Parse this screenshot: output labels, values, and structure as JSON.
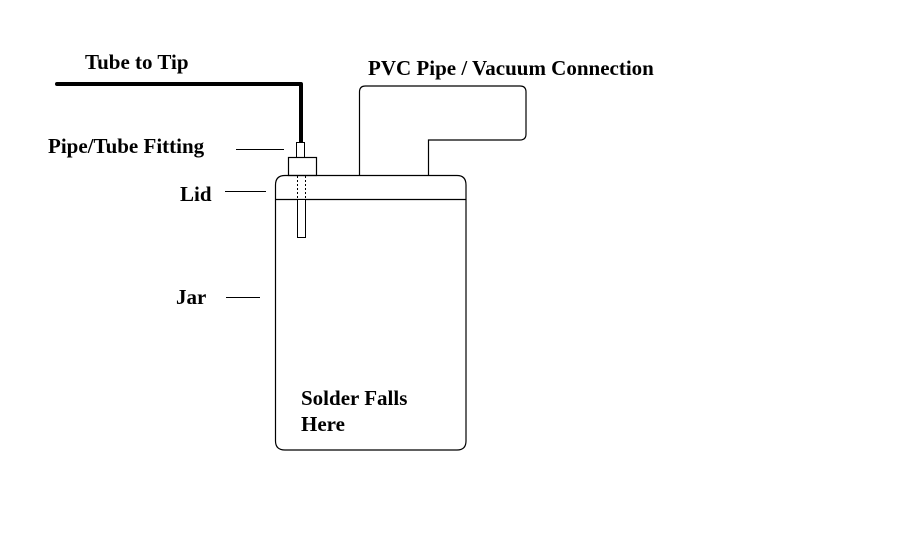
{
  "diagram": {
    "title": "Solder vacuum trap diagram",
    "labels": {
      "tube_to_tip": "Tube to Tip",
      "pvc_pipe": "PVC Pipe / Vacuum Connection",
      "fitting": "Pipe/Tube Fitting",
      "lid": "Lid",
      "jar": "Jar",
      "solder_line1": "Solder Falls",
      "solder_line2": "Here"
    },
    "colors": {
      "stroke": "#000000",
      "background": "#ffffff"
    }
  }
}
